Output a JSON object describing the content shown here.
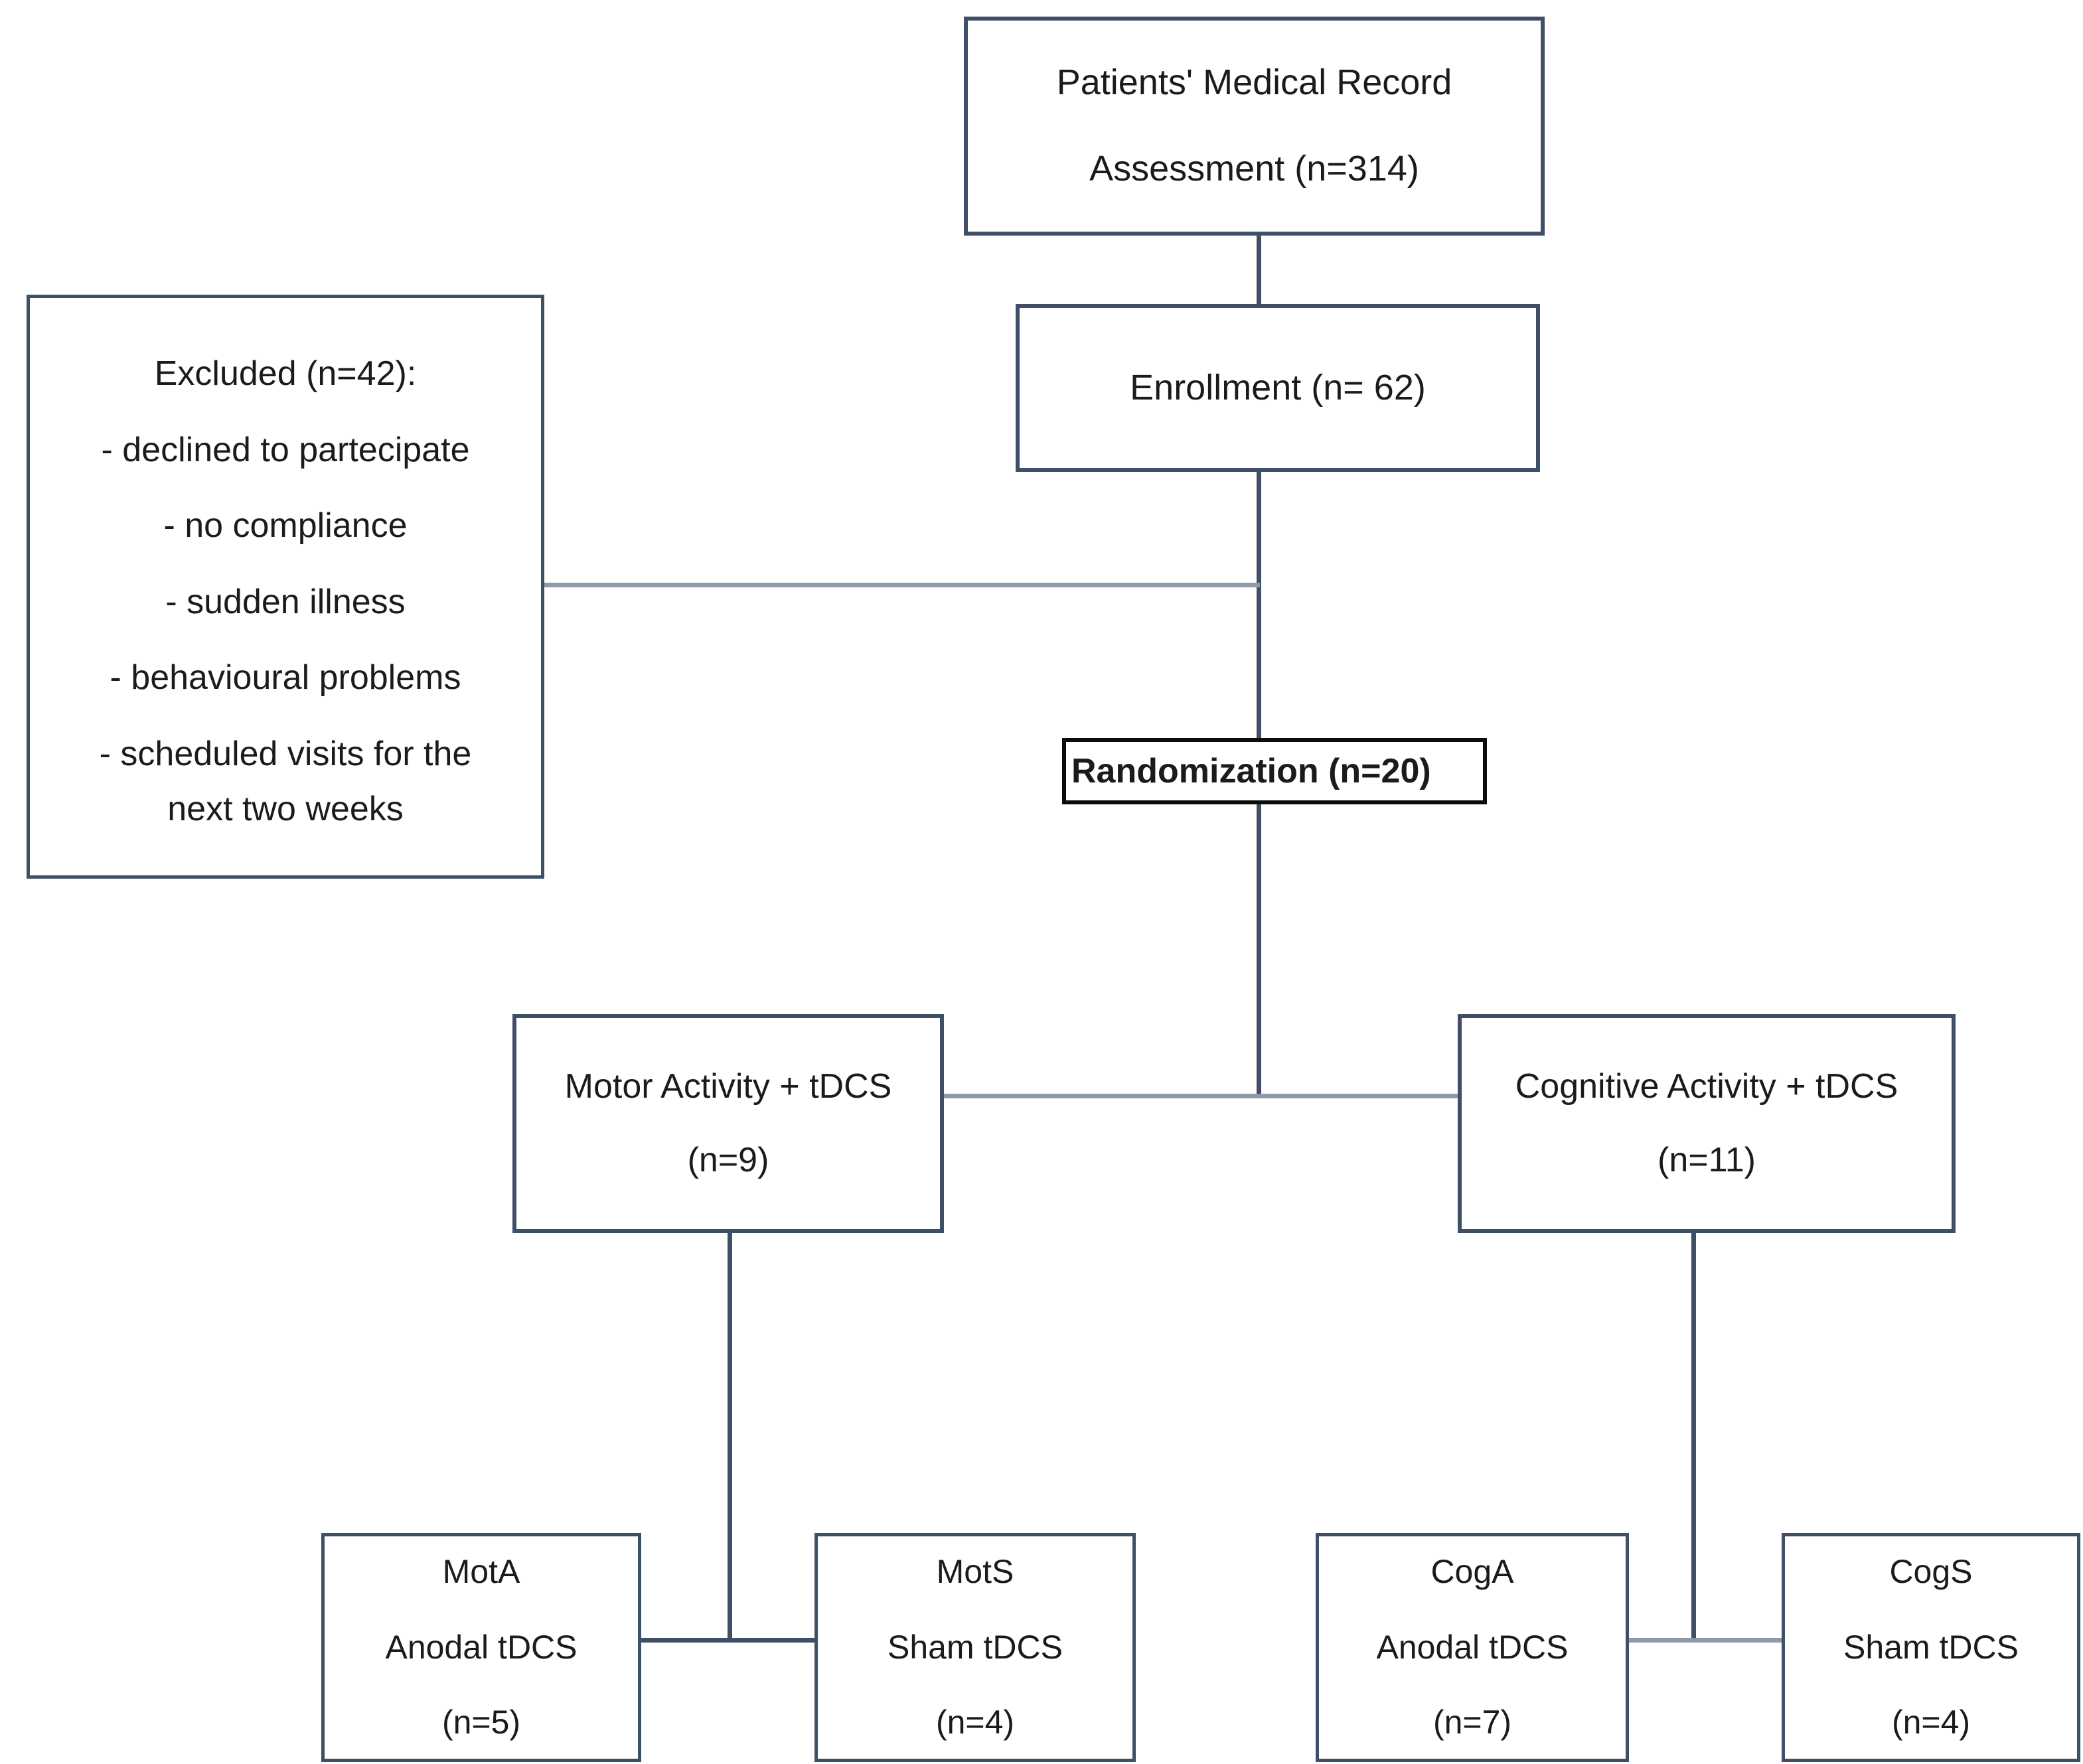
{
  "diagram": {
    "title": "CONSORT participant flow diagram",
    "accent_border_color": "#3f4f65",
    "connector_color": "#3f4f65",
    "connector_color_light": "#8f99aa",
    "randomization_border_color": "#0b0b0b",
    "text_color": "#1b1b1b",
    "background_color": "#ffffff"
  },
  "nodes": {
    "medical_record": {
      "line1": "Patients' Medical Record",
      "line2": "Assessment (n=314)"
    },
    "enrollment": {
      "line1": "Enrollment (n= 62)"
    },
    "excluded": {
      "heading": "Excluded (n=42):",
      "reasons": [
        "- declined to partecipate",
        "- no compliance",
        "- sudden illness",
        "- behavioural problems",
        "- scheduled visits for the",
        "next two weeks"
      ]
    },
    "randomization": {
      "line1": "Randomization  (n=20)"
    },
    "motor_activity": {
      "line1": "Motor  Activity + tDCS",
      "line2": "(n=9)"
    },
    "cognitive_activity": {
      "line1": "Cognitive Activity + tDCS",
      "line2": "(n=11)"
    },
    "mota": {
      "line1": "MotA",
      "line2": "Anodal tDCS",
      "line3": "(n=5)"
    },
    "mots": {
      "line1": "MotS",
      "line2": "Sham tDCS",
      "line3": "(n=4)"
    },
    "coga": {
      "line1": "CogA",
      "line2": "Anodal tDCS",
      "line3": "(n=7)"
    },
    "cogs": {
      "line1": "CogS",
      "line2": "Sham tDCS",
      "line3": "(n=4)"
    }
  },
  "counts": {
    "assessed": 314,
    "enrolled": 62,
    "excluded": 42,
    "randomized": 20,
    "motor_activity": 9,
    "cognitive_activity": 11,
    "mota": 5,
    "mots": 4,
    "coga": 7,
    "cogs": 4
  }
}
